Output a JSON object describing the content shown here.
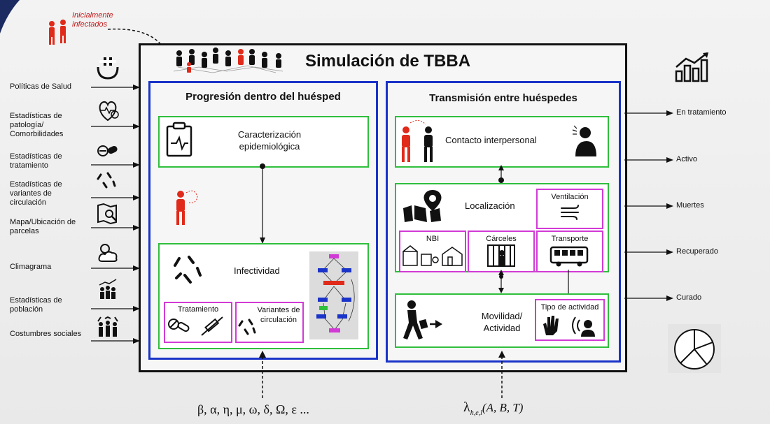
{
  "title": "Simulación de TBBA",
  "initial_infected": "Inicialmente infectados",
  "inputs": [
    "Políticas de Salud",
    "Estadísticas de patología/ Comorbilidades",
    "Estadísticas de tratamiento",
    "Estadísticas de variantes de circulación",
    "Mapa/Ubicación de parcelas",
    "Climagrama",
    "Estadísticas de población",
    "Costumbres sociales"
  ],
  "outputs": [
    "En tratamiento",
    "Activo",
    "Muertes",
    "Recuperado",
    "Curado"
  ],
  "left_panel": {
    "title": "Progresión dentro del huésped",
    "char_label": "Caracterización epidemiológica",
    "infect_label": "Infectividad",
    "treatment_label": "Tratamiento",
    "variants_label": "Variantes de circulación"
  },
  "right_panel": {
    "title": "Transmisión entre huéspedes",
    "contact_label": "Contacto interpersonal",
    "location_label": "Localización",
    "ventilation_label": "Ventilación",
    "nbi_label": "NBI",
    "prisons_label": "Cárceles",
    "transport_label": "Transporte",
    "mobility_label": "Movilidad/ Actividad",
    "activity_type_label": "Tipo de actividad"
  },
  "params_left": "β, α, η, μ, ω, δ, Ω, ε ...",
  "params_right_main": "λ",
  "params_right_sub": "h,e,l",
  "params_right_args": "(A, B, T)"
}
